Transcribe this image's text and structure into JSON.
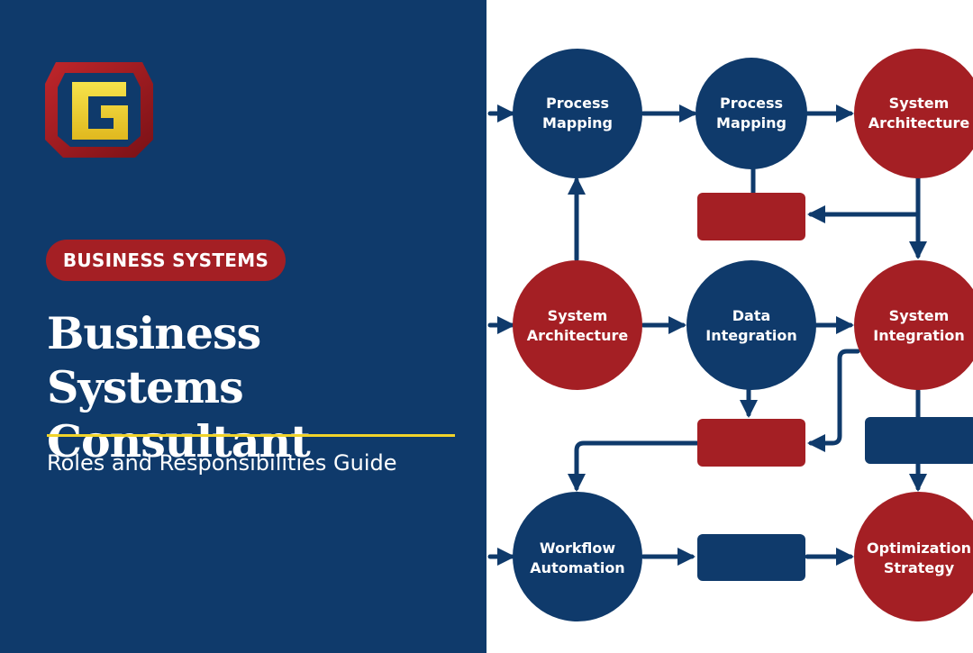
{
  "header": {
    "badge": "BUSINESS SYSTEMS",
    "title_line1": "Business Systems",
    "title_line2": "Consultant",
    "subtitle": "Roles and Responsibilities Guide"
  },
  "colors": {
    "navy": "#0f3a6b",
    "red": "#a41f24",
    "accent_yellow": "#f0d32a"
  },
  "diagram": {
    "nodes": [
      {
        "id": "n1",
        "line1": "Process",
        "line2": "Mapping",
        "color": "navy"
      },
      {
        "id": "n2",
        "line1": "Process",
        "line2": "Mapping",
        "color": "navy"
      },
      {
        "id": "n3",
        "line1": "System",
        "line2": "Architecture",
        "color": "red"
      },
      {
        "id": "n4",
        "line1": "System",
        "line2": "Architecture",
        "color": "red"
      },
      {
        "id": "n5",
        "line1": "Data",
        "line2": "Integration",
        "color": "navy"
      },
      {
        "id": "n6",
        "line1": "System",
        "line2": "Integration",
        "color": "red"
      },
      {
        "id": "n7",
        "line1": "Workflow",
        "line2": "Automation",
        "color": "navy"
      },
      {
        "id": "n8",
        "line1": "Optimization",
        "line2": "Strategy",
        "color": "red"
      }
    ]
  }
}
